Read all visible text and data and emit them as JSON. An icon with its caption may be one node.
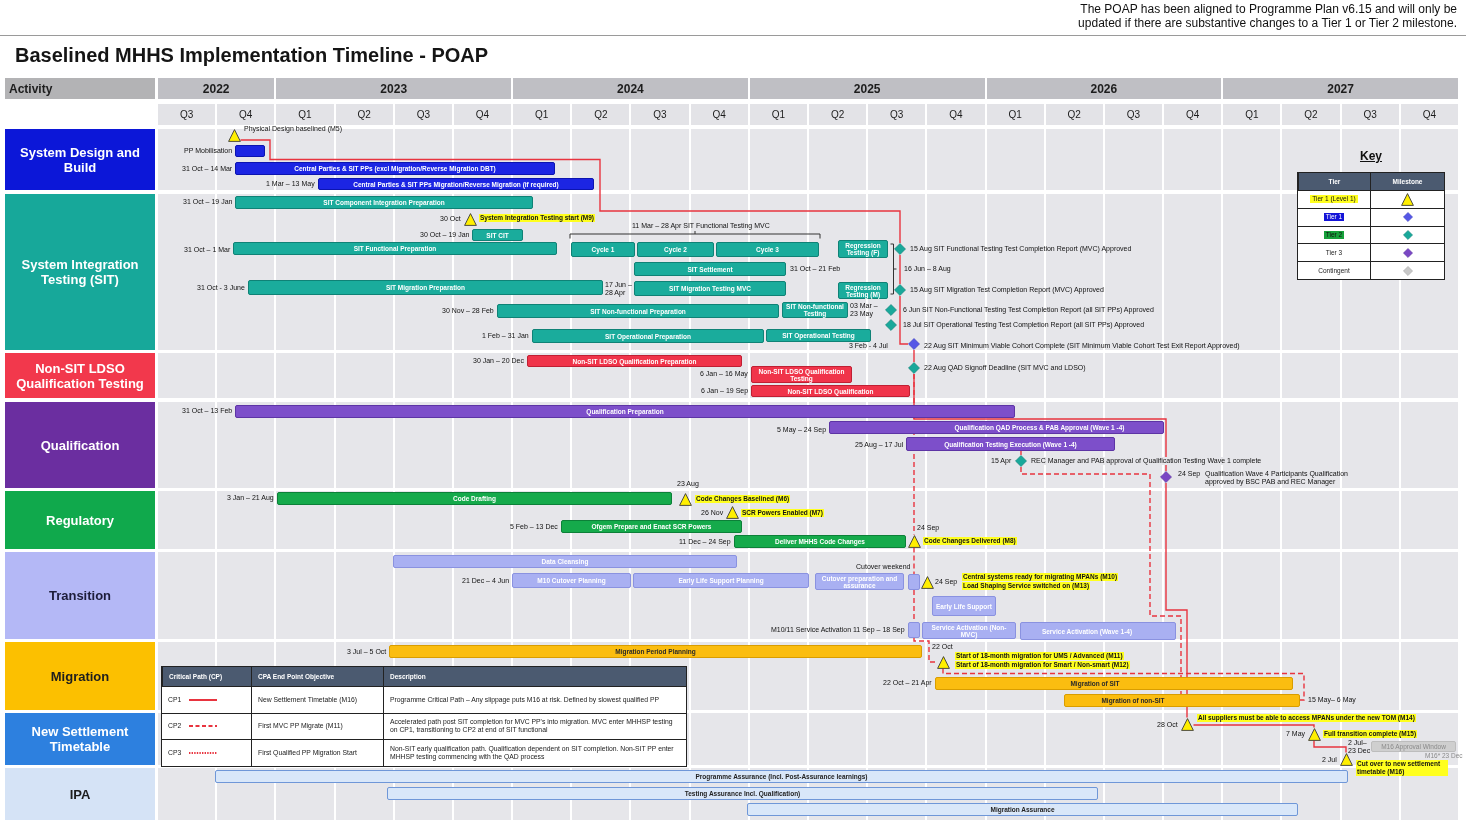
{
  "diagram": {
    "title": "Baselined MHHS Implementation Timeline - POAP",
    "nodes": [
      {
        "text": [
          "System Design and Build"
        ]
      },
      {
        "text": [],
        "shape": "triangle",
        "in": 0,
        "beside": [
          "Physical Design baselined (M5)"
        ]
      },
      {
        "text": [],
        "shape": "bar",
        "in": 0,
        "beside": [
          "PP Mobilisation"
        ]
      },
      {
        "text": [
          "Central Parties & SIT PPs (excl Migration/Reverse Migration DBT)"
        ],
        "in": 0,
        "beside": [
          "31 Oct – 14 Mar"
        ]
      },
      {
        "text": [
          "Central Parties & SIT PPs Migration/Reverse Migration (if required)"
        ],
        "in": 0,
        "beside": [
          "1 Mar – 13 May"
        ]
      },
      {
        "text": [
          "System Integration Testing (SIT)"
        ]
      },
      {
        "text": [
          "SIT Component Integration Preparation"
        ],
        "in": 5,
        "beside": [
          "31 Oct – 19 Jan"
        ]
      },
      {
        "text": [],
        "shape": "triangle",
        "in": 5,
        "beside": [
          "30 Oct",
          "System Integration Testing start (M9)"
        ]
      },
      {
        "text": [
          "SIT CIT"
        ],
        "in": 5,
        "beside": [
          "30 Oct – 19 Jan"
        ]
      },
      {
        "text": [
          "SIT Functional Preparation"
        ],
        "in": 5,
        "beside": [
          "31 Oct – 1 Mar"
        ]
      },
      {
        "text": [
          "Cycle 1"
        ],
        "in": 5
      },
      {
        "text": [
          "Cycle 2"
        ],
        "in": 5
      },
      {
        "text": [
          "Cycle 3"
        ],
        "in": 5
      },
      {
        "text": [
          "Regression Testing (F)"
        ],
        "in": 5
      },
      {
        "text": [],
        "shape": "diamond",
        "in": 5,
        "beside": [
          "15 Aug SIT Functional Testing Test Completion Report (MVC) Approved"
        ]
      },
      {
        "text": [
          "SIT Settlement"
        ],
        "in": 5,
        "beside": [
          "31 Oct – 21 Feb"
        ]
      },
      {
        "text": [
          "SIT Migration Preparation"
        ],
        "in": 5,
        "beside": [
          "31 Oct - 3 June"
        ]
      },
      {
        "text": [
          "SIT Migration Testing MVC"
        ],
        "in": 5,
        "beside": [
          "17 Jun – 28 Apr"
        ]
      },
      {
        "text": [
          "Regression Testing (M)"
        ],
        "in": 5
      },
      {
        "text": [],
        "shape": "diamond",
        "in": 5,
        "beside": [
          "15 Aug SIT Migration Test Completion Report (MVC) Approved"
        ]
      },
      {
        "text": [
          "SIT Non-functional Preparation"
        ],
        "in": 5,
        "beside": [
          "30 Nov – 28 Feb"
        ]
      },
      {
        "text": [
          "SIT Non-functional Testing"
        ],
        "in": 5,
        "beside": [
          "03 Mar – 23 May"
        ]
      },
      {
        "text": [],
        "shape": "diamond",
        "in": 5,
        "beside": [
          "6 Jun SIT Non-Functional Testing Test Completion Report (all SIT PPs) Approved"
        ]
      },
      {
        "text": [
          "SIT Operational Preparation"
        ],
        "in": 5,
        "beside": [
          "1 Feb – 31 Jan"
        ]
      },
      {
        "text": [
          "SIT Operational Testing"
        ],
        "in": 5,
        "beside": [
          "3 Feb - 4 Jul"
        ]
      },
      {
        "text": [],
        "shape": "diamond",
        "in": 5,
        "beside": [
          "18 Jul SIT Operational Testing Test Completion Report (all SIT PPs) Approved"
        ]
      },
      {
        "text": [],
        "shape": "diamond",
        "in": 5,
        "beside": [
          "22 Aug SIT Minimum Viable Cohort Complete (SIT Minimum Viable Cohort Test Exit Report Approved)"
        ]
      },
      {
        "text": [
          "Non-SIT LDSO Qualification Testing"
        ]
      },
      {
        "text": [
          "Non-SIT LDSO Qualification Preparation"
        ],
        "in": 27,
        "beside": [
          "30 Jan – 20 Dec"
        ]
      },
      {
        "text": [],
        "shape": "diamond",
        "in": 27,
        "beside": [
          "22 Aug QAD Signoff Deadline (SIT MVC and LDSO)"
        ]
      },
      {
        "text": [
          "Non-SIT LDSO Qualification Testing"
        ],
        "in": 27,
        "beside": [
          "6 Jan – 16 May"
        ]
      },
      {
        "text": [
          "Non-SIT LDSO Qualification"
        ],
        "in": 27,
        "beside": [
          "6 Jan – 19 Sep"
        ]
      },
      {
        "text": [
          "Qualification"
        ]
      },
      {
        "text": [
          "Qualification Preparation"
        ],
        "in": 32,
        "beside": [
          "31 Oct – 13 Feb"
        ]
      },
      {
        "text": [
          "Qualification QAD Process & PAB Approval (Wave 1 -4)"
        ],
        "in": 32,
        "beside": [
          "5 May – 24 Sep"
        ]
      },
      {
        "text": [
          "Qualification Testing Execution (Wave 1 -4)"
        ],
        "in": 32,
        "beside": [
          "25 Aug – 17 Jul"
        ]
      },
      {
        "text": [],
        "shape": "diamond",
        "in": 32,
        "beside": [
          "15 Apr",
          "REC Manager and PAB approval of Qualification Testing Wave 1 complete"
        ]
      },
      {
        "text": [],
        "shape": "diamond",
        "in": 32,
        "beside": [
          "24 Sep",
          "Qualification Wave 4 Participants Qualification approved by BSC PAB and REC Manager"
        ]
      },
      {
        "text": [
          "Regulatory"
        ]
      },
      {
        "text": [
          "Code Drafting"
        ],
        "in": 38,
        "beside": [
          "3 Jan – 21 Aug"
        ]
      },
      {
        "text": [],
        "shape": "triangle",
        "in": 38,
        "beside": [
          "23 Aug",
          "Code Changes Baselined (M6)"
        ]
      },
      {
        "text": [],
        "shape": "triangle",
        "in": 38,
        "beside": [
          "26 Nov",
          "SCR Powers Enabled (M7)"
        ]
      },
      {
        "text": [
          "Ofgem Prepare and Enact SCR Powers"
        ],
        "in": 38,
        "beside": [
          "5 Feb – 13 Dec"
        ]
      },
      {
        "text": [
          "Deliver MHHS Code Changes"
        ],
        "in": 38,
        "beside": [
          "11 Dec – 24 Sep"
        ]
      },
      {
        "text": [],
        "shape": "triangle",
        "in": 38,
        "beside": [
          "24 Sep",
          "Code Changes Delivered (M8)"
        ]
      },
      {
        "text": [
          "Transition"
        ]
      },
      {
        "text": [
          "Data Cleansing"
        ],
        "in": 45
      },
      {
        "text": [
          "M10 Cutover Planning"
        ],
        "in": 45,
        "beside": [
          "21 Dec – 4 Jun"
        ]
      },
      {
        "text": [
          "Early Life Support Planning"
        ],
        "in": 45
      },
      {
        "text": [
          "Cutover preparation and assurance"
        ],
        "in": 45
      },
      {
        "text": [],
        "shape": "bar",
        "in": 45,
        "beside": [
          "Cutover weekend"
        ]
      },
      {
        "text": [],
        "shape": "triangle",
        "in": 45,
        "beside": [
          "24 Sep",
          "Central systems ready for migrating MPANs (M10)",
          "Load Shaping Service switched on (M13)"
        ]
      },
      {
        "text": [
          "Early Life Support"
        ],
        "in": 45
      },
      {
        "text": [],
        "shape": "bar",
        "in": 45,
        "beside": [
          "M10/11 Service Activation 11 Sep – 18 Sep"
        ]
      },
      {
        "text": [
          "Service Activation (Non-MVC)"
        ],
        "in": 45
      },
      {
        "text": [
          "Service Activation (Wave 1-4)"
        ],
        "in": 45
      },
      {
        "text": [
          "Migration"
        ]
      },
      {
        "text": [
          "Migration Period Planning"
        ],
        "in": 56,
        "beside": [
          "3 Jul – 5 Oct"
        ]
      },
      {
        "text": [],
        "shape": "triangle",
        "in": 56,
        "beside": [
          "22 Oct",
          "Start of 18-month migration for UMS / Advanced (M11)",
          "Start of 18-month migration for Smart / Non-smart (M12)"
        ]
      },
      {
        "text": [
          "Migration of SIT"
        ],
        "in": 56,
        "beside": [
          "22 Oct – 21 Apr"
        ]
      },
      {
        "text": [
          "Migration of non-SIT"
        ],
        "in": 56,
        "beside": [
          "15 May– 6 May"
        ]
      },
      {
        "text": [
          "New Settlement Timetable"
        ]
      },
      {
        "text": [],
        "shape": "triangle",
        "in": 61,
        "beside": [
          "28 Oct",
          "All suppliers must be able to access MPANs under the new TOM (M14)"
        ]
      },
      {
        "text": [],
        "shape": "triangle",
        "in": 61,
        "beside": [
          "7 May",
          "Full transition complete (M15)"
        ]
      },
      {
        "text": [
          "M16 Approval Window"
        ],
        "in": 61,
        "beside": [
          "2 Jul– 23 Dec",
          "M16* 23 Dec"
        ]
      },
      {
        "text": [],
        "shape": "triangle",
        "in": 61,
        "beside": [
          "2 Jul",
          "Cut over to new settlement timetable (M16)"
        ]
      },
      {
        "text": [
          "IPA"
        ]
      },
      {
        "text": [
          "Programme Assurance (Incl. Post-Assurance learnings)"
        ],
        "in": 66
      },
      {
        "text": [
          "Testing Assurance Incl. Qualification)"
        ],
        "in": 66
      },
      {
        "text": [
          "Migration Assurance"
        ],
        "in": 66
      }
    ],
    "edges": [
      {
        "from": 1,
        "to": 14,
        "arrow": "none"
      },
      {
        "from": 14,
        "to": 19,
        "arrow": "none"
      },
      {
        "from": 19,
        "to": 26,
        "arrow": "none"
      },
      {
        "from": 26,
        "to": 29,
        "arrow": "none"
      },
      {
        "from": 29,
        "to": 37,
        "arrow": "none"
      },
      {
        "from": 37,
        "to": 62,
        "arrow": "none"
      },
      {
        "from": 62,
        "to": 63,
        "arrow": "none"
      },
      {
        "from": 63,
        "to": 65,
        "arrow": "none"
      },
      {
        "from": 29,
        "to": 44,
        "arrow": "none",
        "style": "dashed"
      },
      {
        "from": 44,
        "to": 50,
        "arrow": "none",
        "style": "dashed"
      },
      {
        "from": 50,
        "to": 53,
        "arrow": "none",
        "style": "dashed"
      },
      {
        "from": 53,
        "to": 58,
        "arrow": "none",
        "style": "dashed"
      },
      {
        "from": 58,
        "to": 60,
        "arrow": "none",
        "style": "dashed"
      },
      {
        "from": 35,
        "to": 36,
        "arrow": "none",
        "style": "dashed"
      },
      {
        "from": 36,
        "to": 60,
        "arrow": "none",
        "style": "dashed"
      }
    ],
    "labels": [
      "The POAP has been aligned to Programme Plan v6.15 and will only be updated if there are substantive changes to a Tier 1 or Tier 2 milestone.",
      "Activity",
      "2022",
      "2023",
      "2024",
      "2025",
      "2026",
      "2027",
      "Q3",
      "Q4",
      "Q1",
      "Q2",
      "Q3",
      "Q4",
      "Q1",
      "Q2",
      "Q3",
      "Q4",
      "Q1",
      "Q2",
      "Q3",
      "Q4",
      "Q1",
      "Q2",
      "Q3",
      "Q4",
      "Q1",
      "Q2",
      "Q3",
      "Q4",
      "Key",
      "Tier",
      "Milestone",
      "11 Mar – 28 Apr SIT Functional Testing MVC",
      "16 Jun – 8 Aug",
      "Critical Path (CP)",
      "CPA End Point Objective",
      "Description",
      "New Settlement Timetable (M16)",
      "Programme Critical Path – Any slippage puts M16 at risk. Defined by slowest qualified PP",
      "First MVC PP Migrate (M11)",
      "Accelerated path post SIT completion for MVC PP's into migration. MVC enter MHHSP testing on CP1, transitioning to CP2 at end of SIT functional",
      "First Qualified PP Migration Start",
      "Non-SIT early qualification path. Qualification dependent on SIT completion. Non-SIT PP enter MHHSP testing commencing with the QAD process"
    ],
    "legend": [
      {
        "text": "Tier 1 (Level 1)"
      },
      {
        "text": "Tier 1"
      },
      {
        "text": "Tier 2"
      },
      {
        "text": "Tier 3"
      },
      {
        "text": "Contingent"
      },
      {
        "text": "CP1"
      },
      {
        "text": "CP2"
      },
      {
        "text": "CP3"
      }
    ]
  }
}
